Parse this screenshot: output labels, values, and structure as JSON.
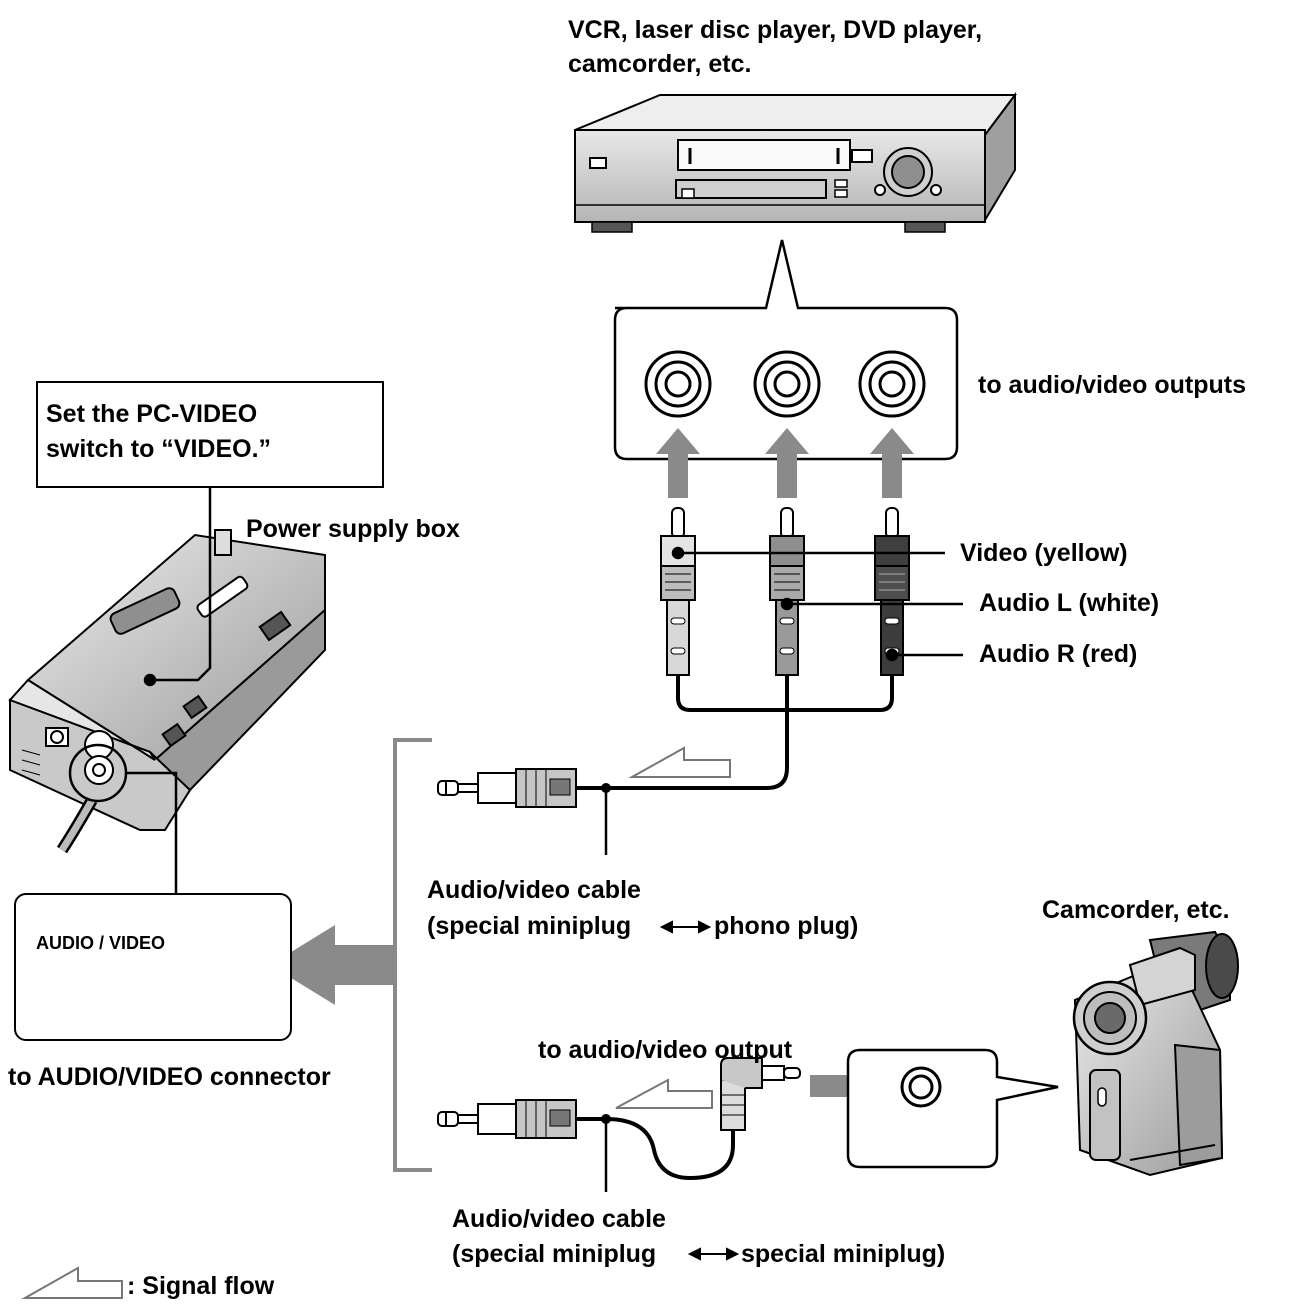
{
  "labels": {
    "source_devices_line1": "VCR, laser disc player, DVD player,",
    "source_devices_line2": "camcorder, etc.",
    "outputs": "to audio/video outputs",
    "switch_note_line1": "Set the PC-VIDEO",
    "switch_note_line2": "switch to “VIDEO.”",
    "power_supply_box": "Power supply box",
    "video_plug": "Video (yellow)",
    "audio_l_plug": "Audio L (white)",
    "audio_r_plug": "Audio R (red)",
    "cable1_line1": "Audio/video cable",
    "cable1_line2_a": "(special miniplug",
    "cable1_line2_b": "phono plug)",
    "connector_label": "AUDIO / VIDEO",
    "connector_caption": "to AUDIO/VIDEO connector",
    "camcorder": "Camcorder, etc.",
    "camcorder_output": "to audio/video output",
    "cable2_line1": "Audio/video cable",
    "cable2_line2_a": "(special miniplug",
    "cable2_line2_b": "special miniplug)",
    "signal_flow": ": Signal flow"
  },
  "colors": {
    "line": "#000000",
    "arrow": "#8a8a8a",
    "device_body": "#d6d6d6",
    "device_dark": "#555555"
  }
}
